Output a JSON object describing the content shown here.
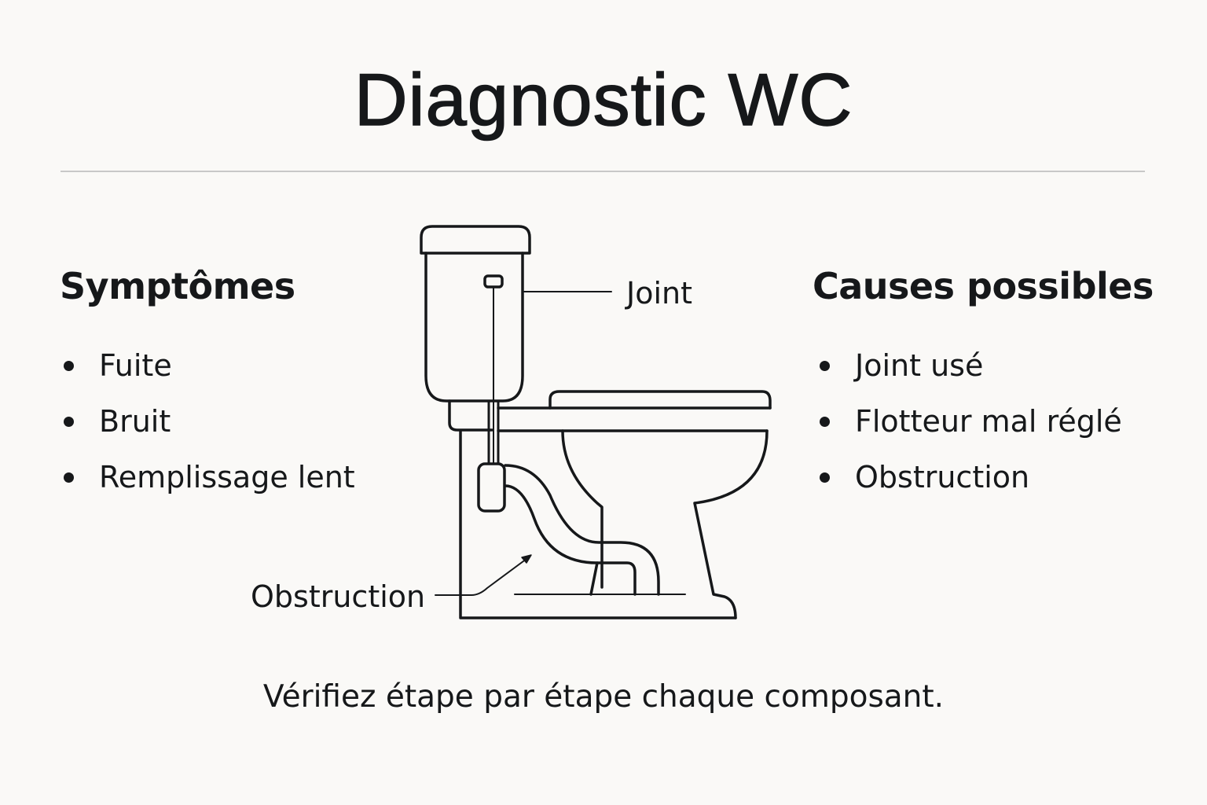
{
  "title": "Diagnostic WC",
  "symptoms": {
    "heading": "Symptômes",
    "items": [
      "Fuite",
      "Bruit",
      "Remplissage lent"
    ]
  },
  "causes": {
    "heading": "Causes possibles",
    "items": [
      "Joint usé",
      "Flotteur mal réglé",
      "Obstruction"
    ]
  },
  "diagram": {
    "labels": {
      "joint": "Joint",
      "obstruction": "Obstruction"
    }
  },
  "footer": "Vérifiez étape par étape chaque composant.",
  "colors": {
    "background": "#faf9f7",
    "ink": "#16181a",
    "divider": "#c8c8c8"
  }
}
